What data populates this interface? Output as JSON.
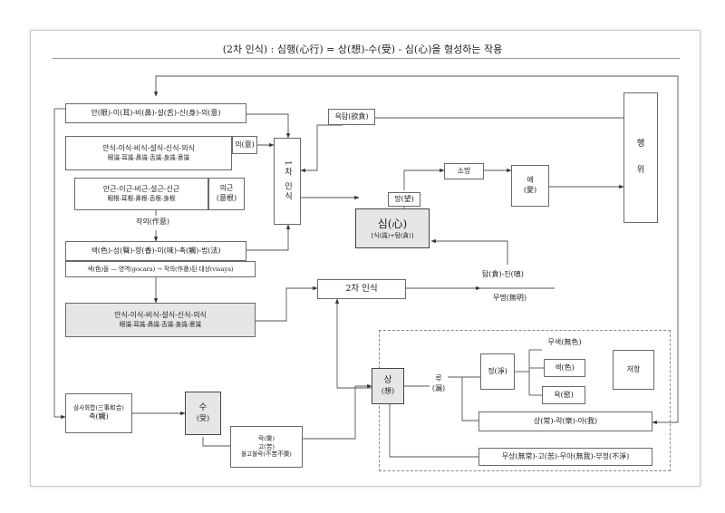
{
  "title": "(2차 인식) : 심행(心行) = 상(想)-수(受) - 심(心)을 형성하는 작용",
  "nodes": {
    "six_organs_top": "안(眼)-이(耳)-비(鼻)-설(舌)-신(身)-의(意)",
    "six_consciousness_a_ko": "안식-이식-비식-설식-신식-의식",
    "six_consciousness_a_hanja": "眼識-耳識-鼻識-舌識-身識-意識",
    "ui_mind": "의(意)",
    "six_roots_ko": "안근-이근-비근-설근-신근",
    "six_roots_hanja": "眼根-耳根-鼻根-舌根-身根",
    "ui_root_ko": "의근",
    "ui_root_hanja": "(意根)",
    "attention": "작의(作意)",
    "six_objects": "색(色)-성(聲)-향(香)-미(味)-촉(觸)-법(法)",
    "gocara": "색(色)들 — 영역(gocara) → 작의(作意)된 대상(visaya)",
    "six_consciousness_b_ko": "안식-이식-비식-설식-신식-의식",
    "six_consciousness_b_hanja": "眼識-耳識-鼻識-舌識-身識-意識",
    "first_recognition": "1차 인식",
    "desire_greed": "욕탐(欲貪)",
    "hope": "소망",
    "love_ko": "애",
    "love_hanja": "(愛)",
    "delusion": "망(望)",
    "mind_main": "심(心)",
    "mind_sub": "[식(識)+탐(貪)]",
    "action_1": "행",
    "action_2": "위",
    "second_recognition": "2차 인식",
    "greed_anger": "탐(貪)-진(嗔)",
    "ignorance": "무명(無明)",
    "contact_a": "삼사화합(三事和合)",
    "contact_b": "촉(觸)",
    "feeling_ko": "수",
    "feeling_hanja": "(受)",
    "feelings_1": "락(樂)",
    "feelings_2": "고(苦)",
    "feelings_3": "불고불락(不苦不樂)",
    "perception_ko": "상",
    "perception_hanja": "(想)",
    "leak_ko": "루",
    "leak_hanja": "(漏)",
    "pure": "정(淨)",
    "formless": "무색(無色)",
    "form": "색(色)",
    "desire_realm": "욕(慾)",
    "resistance": "저항",
    "permanence": "상(常)-락(樂)-아(我)",
    "impermanence": "무상(無常)-고(苦)-무아(無我)-부정(不淨)"
  }
}
